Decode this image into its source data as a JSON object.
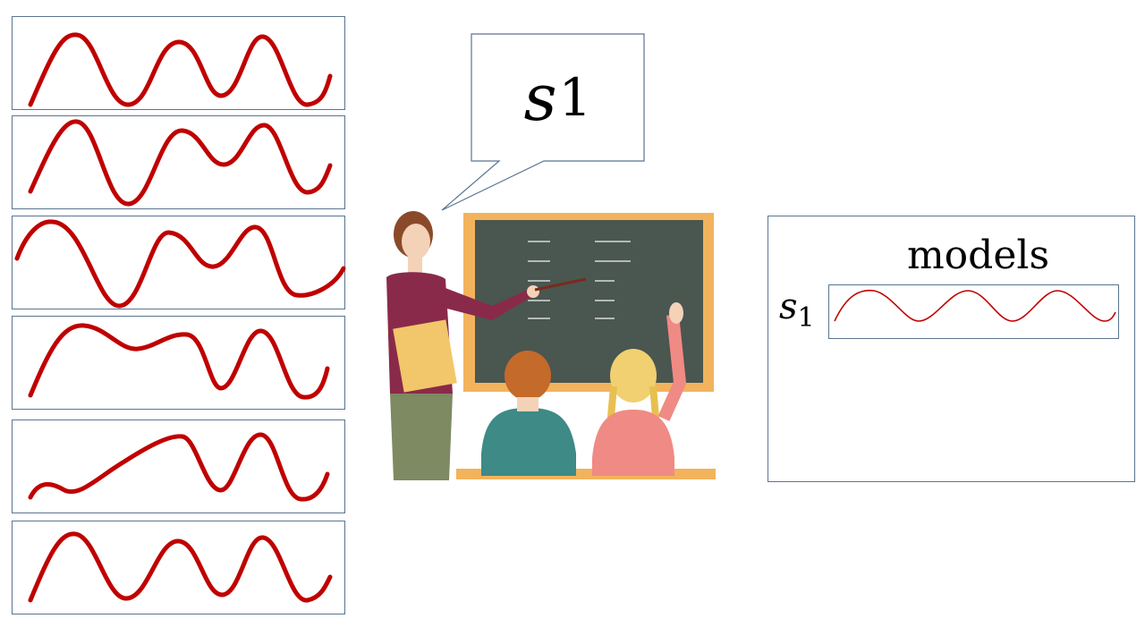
{
  "signals": [
    {
      "id": "signal-1"
    },
    {
      "id": "signal-2"
    },
    {
      "id": "signal-3"
    },
    {
      "id": "signal-4"
    },
    {
      "id": "signal-5"
    },
    {
      "id": "signal-6"
    }
  ],
  "bubble": {
    "symbol": "s",
    "subscript": "1"
  },
  "models": {
    "title": "models",
    "entries": [
      {
        "symbol": "s",
        "subscript": "1"
      }
    ]
  },
  "colors": {
    "wave": "#c00000",
    "box_border": "#5a7590",
    "chalkboard": "#4a5650",
    "board_frame": "#f2b35c"
  }
}
